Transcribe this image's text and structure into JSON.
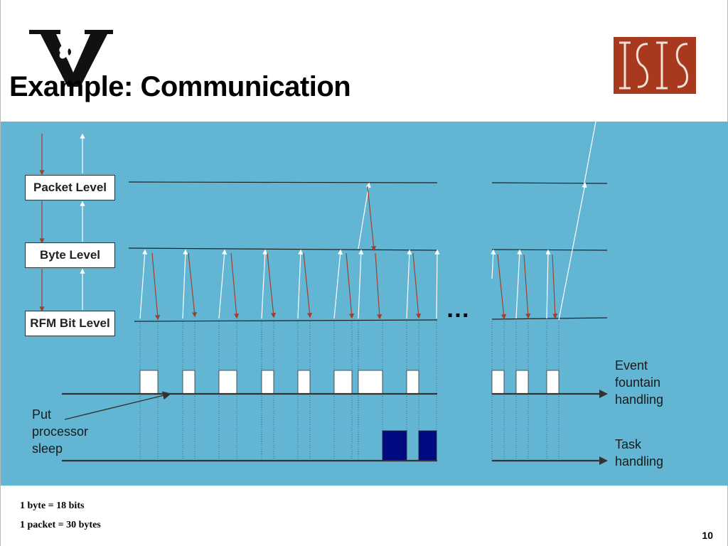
{
  "slide": {
    "title": "Example: Communication",
    "page_number": "10"
  },
  "logos": {
    "left": "vanderbilt-v-logo",
    "right": "isis-logo",
    "right_text": "ISIS",
    "brand_color": "#a8381e"
  },
  "levels": {
    "packet": "Packet Level",
    "byte": "Byte Level",
    "rfm": "RFM Bit Level"
  },
  "timelines": {
    "event": "Event fountain handling",
    "event_lines": [
      "Event",
      "fountain",
      "handling"
    ],
    "task": "Task handling",
    "task_lines": [
      "Task",
      "handling"
    ]
  },
  "annotation": {
    "put_sleep": "Put processor sleep",
    "put_sleep_lines": [
      "Put",
      "processor",
      "sleep"
    ]
  },
  "ellipsis": "…",
  "notes": {
    "byte_bits": "1 byte = 18 bits",
    "packet_bytes": "1 packet = 30 bytes"
  },
  "colors": {
    "panel": "#62b6d4",
    "up_arrow": "#ffffff",
    "down_arrow": "#a0402a",
    "task_block": "#000a80",
    "event_block": "#ffffff"
  }
}
